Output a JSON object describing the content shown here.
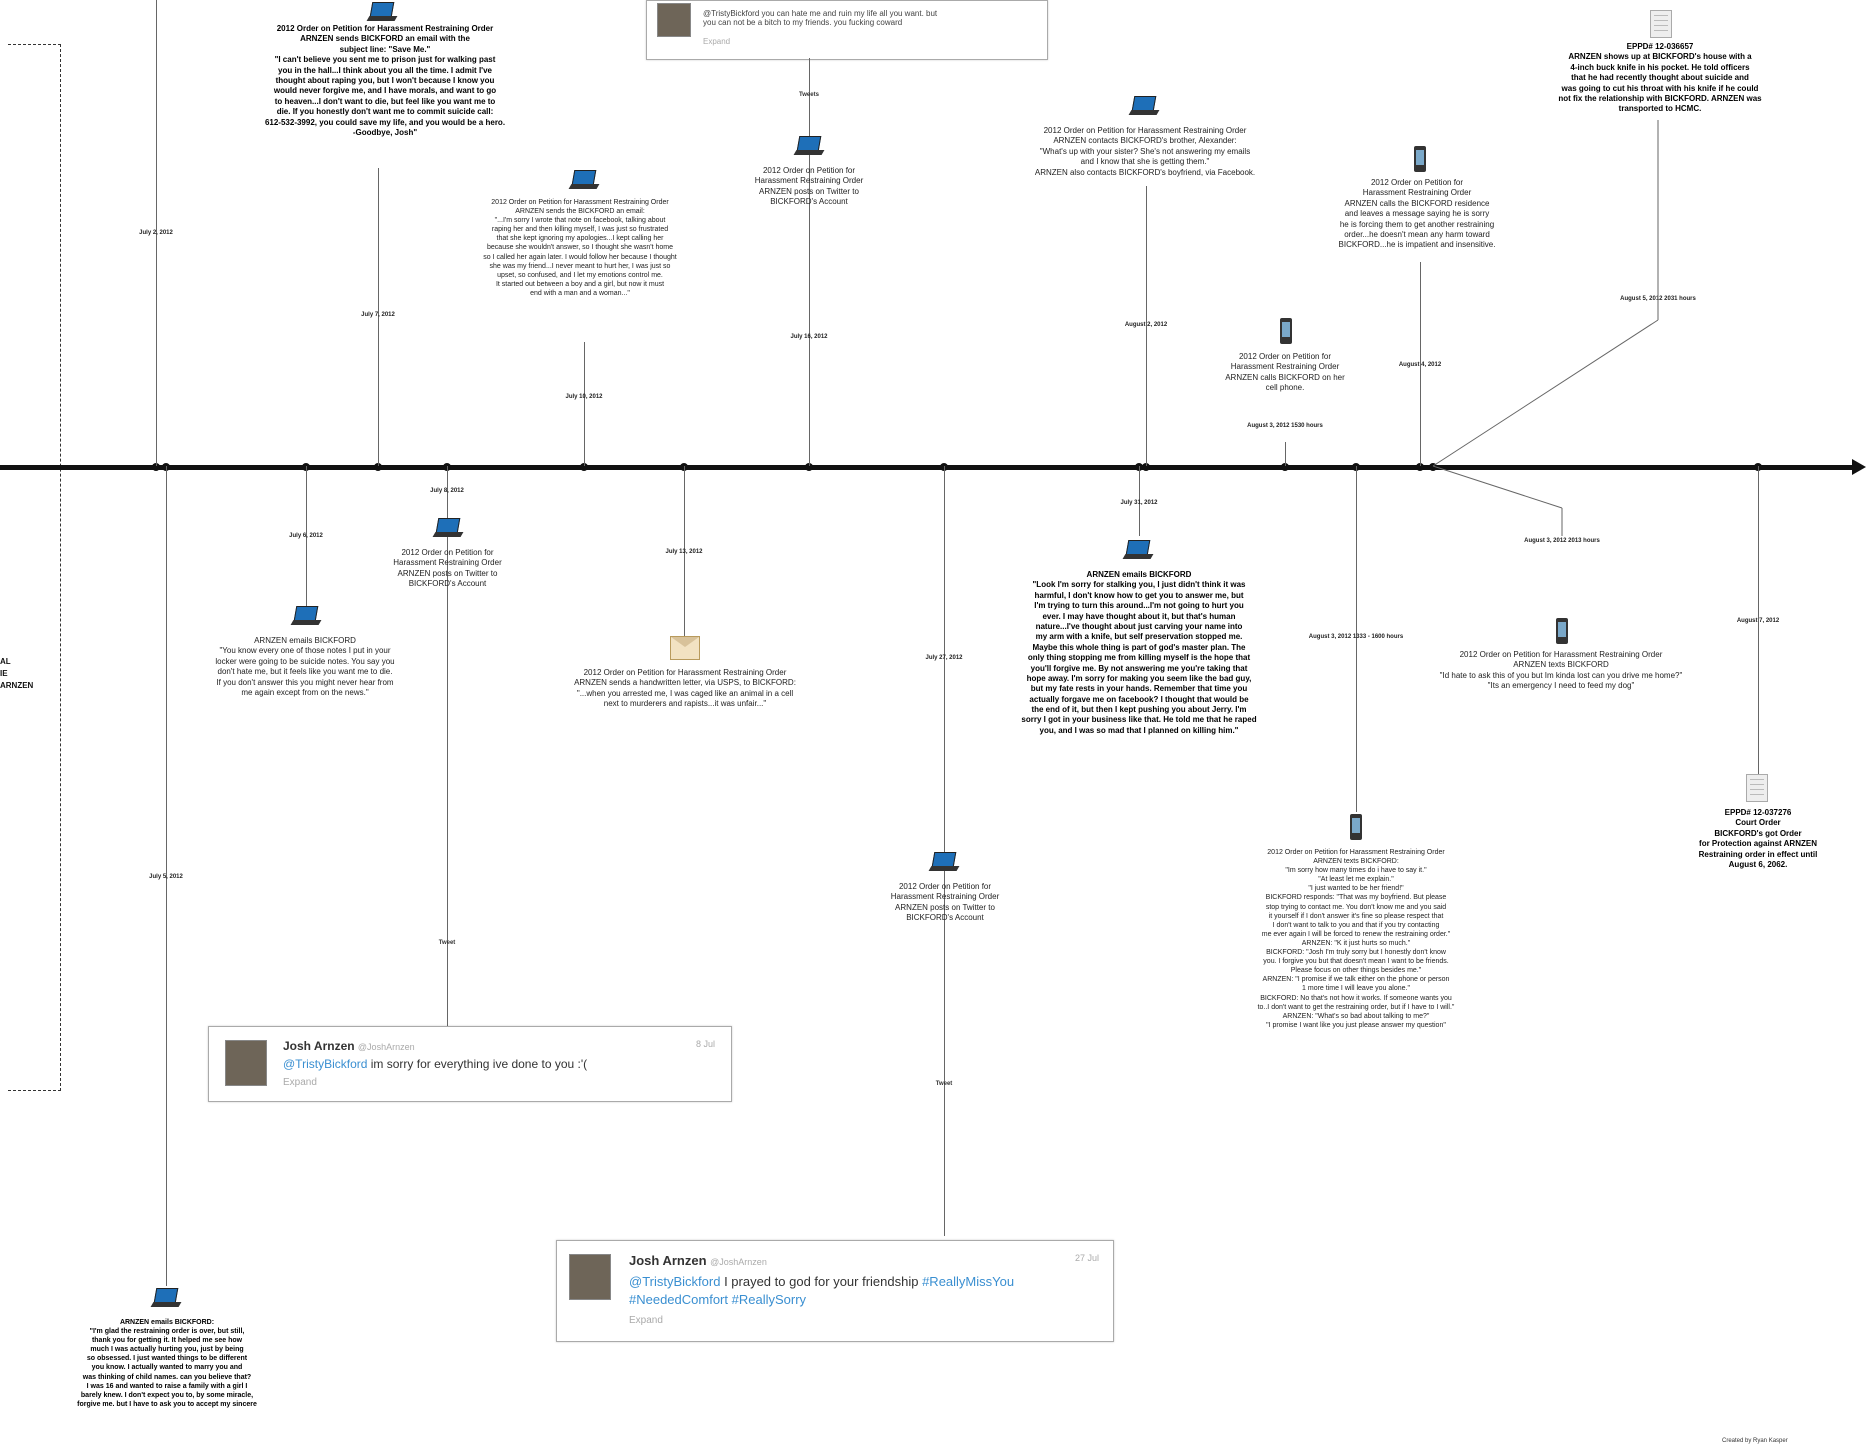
{
  "events": [
    {
      "id": "e1",
      "date": "July 2, 2012",
      "text": "2012 Order on Petition for Harassment Restraining Order\nARNZEN sends BICKFORD an email with the\nsubject line: \"Save Me.\"\n\"I can't believe you sent me to prison just for walking past\nyou in the hall...I think about you all the time. I admit I've\nthought about raping you, but I won't because I know you\nwould never forgive me, and I have morals, and want to go\nto heaven...I don't want to die, but feel like you want me to\ndie. If you honestly don't want me to commit suicide call:\n612-532-3992, you could save my life, and you would be a hero.\n-Goodbye, Josh\""
    },
    {
      "id": "e2",
      "date": "July 7, 2012",
      "text": ""
    },
    {
      "id": "e3",
      "date": "July 10, 2012",
      "text": "2012 Order on Petition for Harassment Restraining Order\nARNZEN sends the BICKFORD an email:\n\"...I'm sorry I wrote that note on facebook, talking about\nraping her and then killing myself, I was just so frustrated\nthat she kept ignoring my apologies...I kept calling her\nbecause she wouldn't answer, so I thought she wasn't home\nso I called her again later. I would follow her because I thought\nshe was my friend...I never meant to hurt her, I was just so\nupset, so confused, and I let my emotions control me.\nIt started out between a boy and a girl, but now it must\nend with a man and a woman...\""
    },
    {
      "id": "e4",
      "date": "July 16, 2012",
      "text": "2012 Order on Petition for\nHarassment Restraining Order\nARNZEN posts on Twitter to\nBICKFORD's Account"
    },
    {
      "id": "e5",
      "date": "August 2, 2012",
      "text": "2012 Order on Petition for Harassment Restraining Order\nARNZEN contacts BICKFORD's brother, Alexander:\n\"What's up with your sister? She's not answering my emails\nand I know that she is getting them.\"\nARNZEN also contacts BICKFORD's boyfriend, via Facebook."
    },
    {
      "id": "e6",
      "date": "August 3, 2012\n1530 hours",
      "text": "2012 Order on Petition for\nHarassment Restraining Order\nARNZEN calls BICKFORD on her\ncell phone."
    },
    {
      "id": "e7",
      "date": "August 4, 2012",
      "text": "2012 Order on Petition for\nHarassment Restraining Order\nARNZEN calls the BICKFORD residence\nand leaves a message saying he is sorry\nhe is forcing them to get another restraining\norder...he doesn't mean any harm toward\nBICKFORD...he is impatient and insensitive."
    },
    {
      "id": "e8",
      "date": "August 5, 2012\n2031 hours",
      "text": "EPPD# 12-036657\nARNZEN shows up at BICKFORD's house with a\n4-inch buck knife in his pocket. He told officers\nthat he had recently thought about suicide and\nwas going to cut his throat with his knife if he could\nnot fix the relationship with BICKFORD. ARNZEN was\ntransported to HCMC."
    },
    {
      "id": "e9",
      "date": "July 5, 2012",
      "text": "ARNZEN emails BICKFORD:\n\"I'm glad the restraining order is over, but still,\nthank you for getting it. It helped me see how\nmuch I was actually hurting you, just by being\nso obsessed. I just wanted things to be different\nyou know. I actually wanted to marry you and\nwas thinking of child names. can you believe that?\nI was 16 and wanted to raise a family with a girl I\nbarely knew. I don't expect you to, by some miracle,\nforgive me. but I have to ask you to accept my sincere"
    },
    {
      "id": "e10",
      "date": "July 6, 2012",
      "text": "ARNZEN emails BICKFORD\n\"You know every one of those notes I put in your\nlocker were going to be suicide notes. You say you\ndon't hate me, but it feels like you want me to die.\nIf you don't answer this you might never hear from\nme again except from on the news.\""
    },
    {
      "id": "e11",
      "date": "July 8, 2012",
      "text": "2012 Order on Petition for\nHarassment Restraining Order\nARNZEN posts on Twitter to\nBICKFORD's Account"
    },
    {
      "id": "e12",
      "date": "July 13, 2012",
      "text": "2012 Order on Petition for Harassment Restraining Order\nARNZEN sends a handwritten letter, via USPS, to BICKFORD:\n\"...when you arrested me, I was caged like an animal in a cell\nnext to murderers and rapists...it was unfair...\""
    },
    {
      "id": "e13",
      "date": "July 27, 2012",
      "text": "2012 Order on Petition for\nHarassment Restraining Order\nARNZEN posts on Twitter to\nBICKFORD's Account"
    },
    {
      "id": "e14",
      "date": "July 31, 2012",
      "text": "ARNZEN emails BICKFORD\n\"Look I'm sorry for stalking you, I just didn't think it was\nharmful, I don't know how to get you to answer me, but\nI'm trying to turn this around...I'm not going to hurt you\never. I may have thought about it, but that's human\nnature...I've thought about just carving your name into\nmy arm with a knife, but self preservation stopped me.\nMaybe this whole thing is part of god's master plan. The\nonly thing stopping me from killing myself is the hope that\nyou'll forgive me. By not answering me you're taking that\nhope away. I'm sorry for making you seem like the bad guy,\nbut my fate rests in your hands. Remember that time you\nactually forgave me on facebook? I thought that would be\nthe end of it, but then I kept pushing you about Jerry. I'm\nsorry I got in your business like that. He told me that he raped\nyou, and I was so mad that I planned on killing him.\""
    },
    {
      "id": "e15",
      "date": "August 3, 2012\n1333 - 1600 hours",
      "text": "2012 Order on Petition for Harassment Restraining Order\nARNZEN texts BICKFORD:\n\"Im sorry how many times do i have to say it.\"\n\"At least let me explain.\"\n\"I just wanted to be her friend!\"\nBICKFORD responds: \"That was my boyfriend. But please\nstop trying to contact me. You don't know me and you said\nit yourself if I don't answer it's fine so please respect that\nI don't want to talk to you and that if you try contacting\nme ever again I will be forced to renew the restraining order.\"\nARNZEN: \"K it just hurts so much.\"\nBICKFORD: \"Josh I'm truly sorry but I honestly don't know\nyou. I forgive you but that doesn't mean I want to be friends.\nPlease focus on other things besides me.\"\nARNZEN: \"I promise if we talk either on the phone or person\n1 more time I will leave you alone.\"\nBICKFORD: No that's not how it works. If someone wants you\nto..I don't want to get the restraining order, but if I have to I will.\"\nARNZEN: \"What's so bad about talking to me?\"\n\"I promise I want like you just please answer my question\""
    },
    {
      "id": "e16",
      "date": "August 3, 2012\n2013 hours",
      "text": "2012 Order on Petition for Harassment Restraining Order\nARNZEN texts BICKFORD\n\"Id hate to ask this of you but Im kinda lost can you drive me home?\"\n\"Its an emergency I need to feed my dog\""
    },
    {
      "id": "e17",
      "date": "August 7, 2012",
      "text": "EPPD# 12-037276\nCourt Order\nBICKFORD's got Order\nfor Protection against ARNZEN\nRestraining order in effect until\nAugust 6, 2062."
    }
  ],
  "tweets": {
    "top": {
      "body": "@TristyBickford you can hate me and ruin my life all you want. but\nyou can not be a bitch to my friends. you fucking coward",
      "expand": "Expand",
      "tag": "Tweets"
    },
    "t8": {
      "name": "Josh Arnzen",
      "handle": "@JoshArnzen",
      "time": "8 Jul",
      "mention": "@TristyBickford",
      "body": " im sorry for everything ive done to you :'(",
      "expand": "Expand",
      "tag": "Tweet"
    },
    "t27": {
      "name": "Josh Arnzen",
      "handle": "@JoshArnzen",
      "time": "27 Jul",
      "mention": "@TristyBickford",
      "body": " I prayed to god for your friendship ",
      "hashtags": "#ReallyMissYou\n#NeededComfort #ReallySorry",
      "expand": "Expand",
      "tag": "Tweet"
    }
  },
  "left_edge": {
    "a": "AL",
    "b": "IE",
    "c": "ARNZEN"
  },
  "credit": "Created by Ryan Kasper"
}
